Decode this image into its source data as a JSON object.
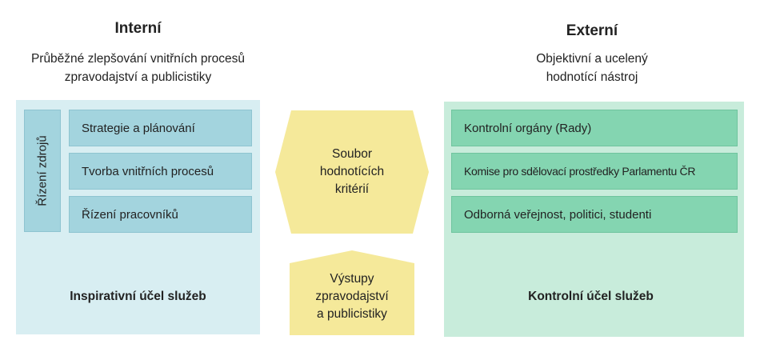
{
  "left": {
    "title": "Interní",
    "subtitle_line1": "Průběžné zlepšování vnitřních procesů",
    "subtitle_line2": "zpravodajství a publicistiky",
    "vertical_label": "Řízení zdrojů",
    "items": [
      {
        "label": "Strategie a plánování"
      },
      {
        "label": "Tvorba vnitřních procesů"
      },
      {
        "label": "Řízení pracovníků"
      }
    ],
    "purpose": "Inspirativní účel služeb",
    "panel_color": "#d8eef2",
    "box_color": "#a3d4de"
  },
  "center": {
    "criteria_line1": "Soubor",
    "criteria_line2": "hodnotících",
    "criteria_line3": "kritérií",
    "outputs_line1": "Výstupy",
    "outputs_line2": "zpravodajství",
    "outputs_line3": "a publicistiky",
    "shape_color": "#f5e99a"
  },
  "right": {
    "title": "Externí",
    "subtitle_line1": "Objektivní a ucelený",
    "subtitle_line2": "hodnotící nástroj",
    "items": [
      {
        "label": "Kontrolní orgány (Rady)"
      },
      {
        "label": "Komise pro sdělovací prostředky Parlamentu ČR"
      },
      {
        "label": "Odborná veřejnost, politici, studenti"
      }
    ],
    "purpose": "Kontrolní účel služeb",
    "panel_color": "#c8ecdb",
    "box_color": "#84d5b1"
  }
}
